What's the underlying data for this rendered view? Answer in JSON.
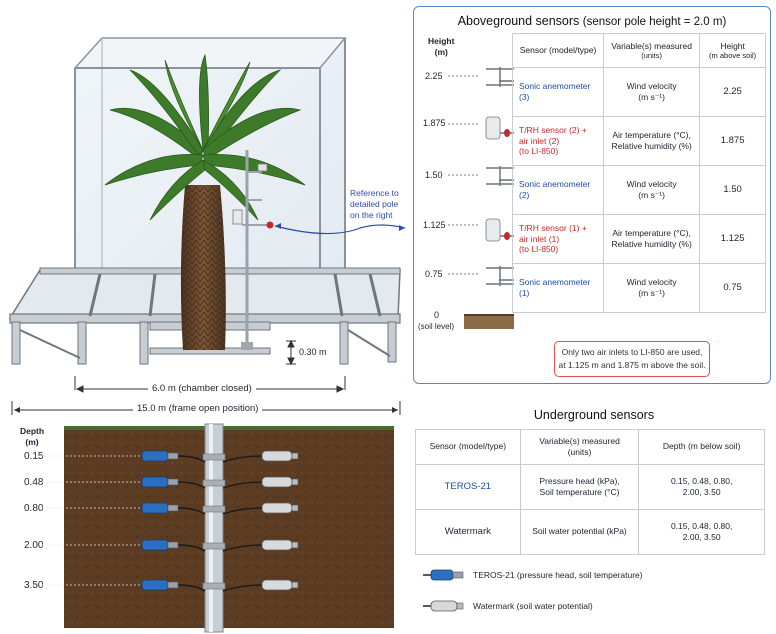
{
  "chamber": {
    "reference_label": [
      "Reference to",
      "detailed pole",
      "on the right"
    ],
    "pole_height_mark": "0.30 m",
    "width_chamber": "6.0 m (chamber closed)",
    "width_frame": "15.0 m (frame open position)"
  },
  "aboveground": {
    "title": "Aboveground sensors",
    "subtitle": "(sensor pole height = 2.0 m)",
    "axis_label": [
      "Height",
      "(m)"
    ],
    "axis_ticks": [
      "2.25",
      "1.875",
      "1.50",
      "1.125",
      "0.75",
      "0"
    ],
    "soil_level": "(soil level)",
    "headers": {
      "sensor": "Sensor (model/type)",
      "variable": [
        "Variable(s) measured",
        "(units)"
      ],
      "height": [
        "Height",
        "(m above soil)"
      ]
    },
    "rows": [
      {
        "sensor": [
          "Sonic anemometer (3)"
        ],
        "kind": "sonic",
        "variable": [
          "Wind velocity",
          "(m s⁻¹)"
        ],
        "height": "2.25"
      },
      {
        "sensor": [
          "T/RH sensor (2) +",
          "air inlet (2)",
          "(to LI-850)"
        ],
        "kind": "trh",
        "variable": [
          "Air temperature (°C),",
          "Relative humidity (%)"
        ],
        "height": "1.875"
      },
      {
        "sensor": [
          "Sonic anemometer (2)"
        ],
        "kind": "sonic",
        "variable": [
          "Wind velocity",
          "(m s⁻¹)"
        ],
        "height": "1.50"
      },
      {
        "sensor": [
          "T/RH sensor (1) +",
          "air inlet (1)",
          "(to LI-850)"
        ],
        "kind": "trh",
        "variable": [
          "Air temperature (°C),",
          "Relative humidity (%)"
        ],
        "height": "1.125"
      },
      {
        "sensor": [
          "Sonic anemometer (1)"
        ],
        "kind": "sonic",
        "variable": [
          "Wind velocity",
          "(m s⁻¹)"
        ],
        "height": "0.75"
      }
    ],
    "note": [
      "Only two air inlets to LI-850 are used,",
      "at 1.125 m and 1.875 m above the soil."
    ]
  },
  "underground": {
    "title": "Underground sensors",
    "axis_label": [
      "Depth",
      "(m)"
    ],
    "depths": [
      "0.15",
      "0.48",
      "0.80",
      "2.00",
      "3.50"
    ],
    "headers": {
      "sensor": "Sensor (model/type)",
      "variable": [
        "Variable(s) measured",
        "(units)"
      ],
      "depth": "Depth (m below soil)"
    },
    "rows": [
      {
        "sensor": "TEROS-21",
        "variable": [
          "Pressure head (kPa),",
          "Soil temperature (°C)"
        ],
        "depth": [
          "0.15, 0.48, 0.80,",
          "2.00, 3.50"
        ]
      },
      {
        "sensor": "Watermark",
        "variable": [
          "Soil water potential (kPa)"
        ],
        "depth": [
          "0.15, 0.48, 0.80,",
          "2.00, 3.50"
        ]
      }
    ],
    "legend": [
      {
        "name": "teros",
        "label": "TEROS-21 (pressure head, soil temperature)"
      },
      {
        "name": "watermark",
        "label": "Watermark (soil water potential)"
      }
    ]
  },
  "colors": {
    "panel_border": "#5b86c5",
    "note_border": "#d6524d",
    "blue_text": "#1f4fa8",
    "red_text": "#c42a2a",
    "soil": "#5a3a22",
    "teros_blue": "#2a6fc0"
  }
}
